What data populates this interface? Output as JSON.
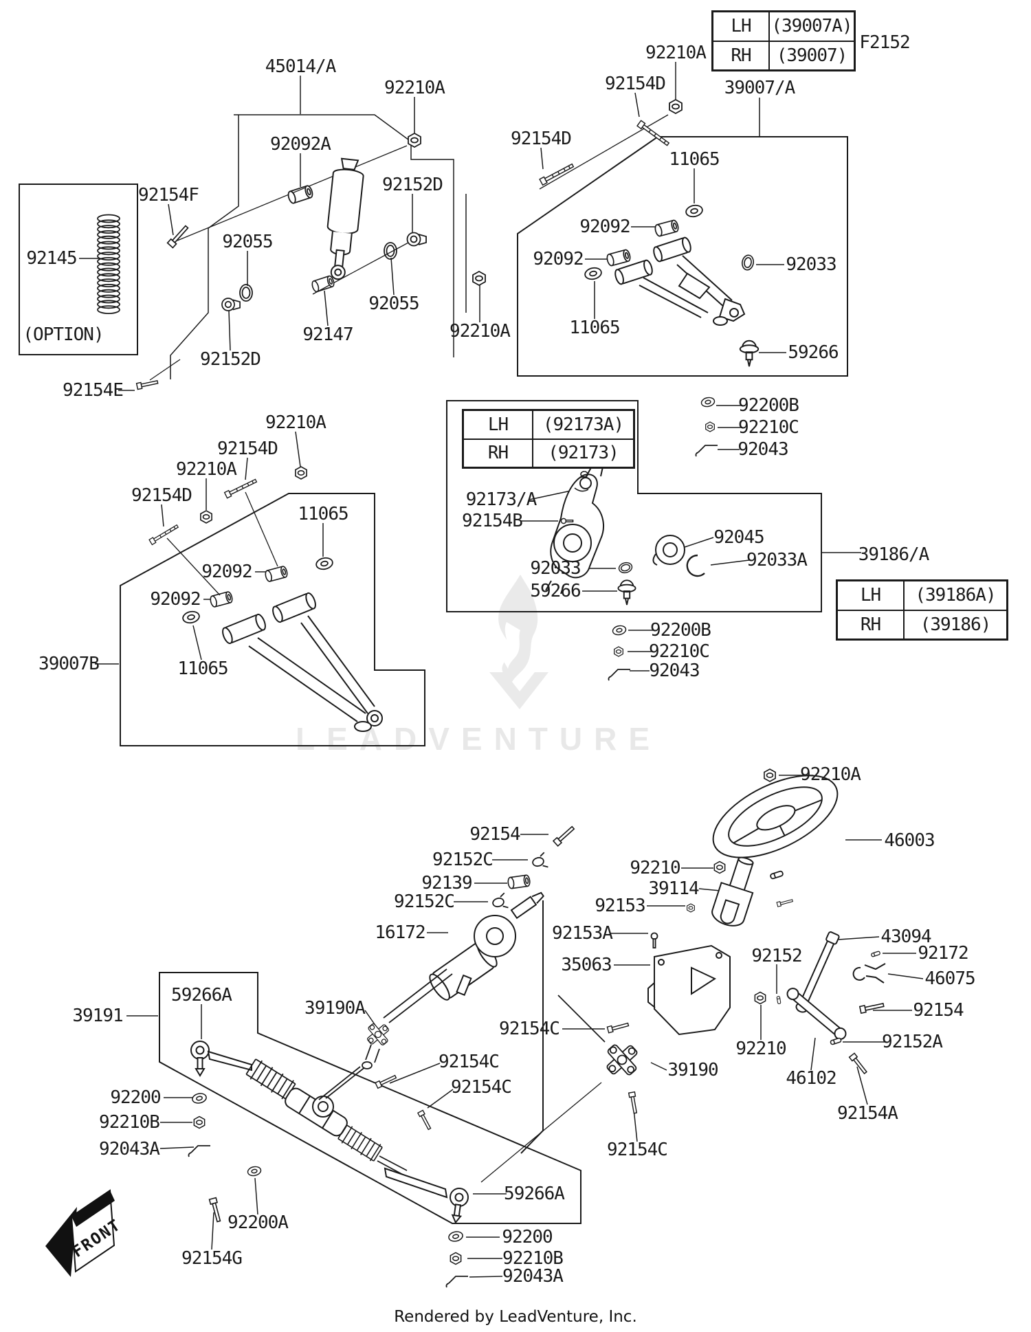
{
  "figure": {
    "code": "F2152",
    "footer": "Rendered by LeadVenture, Inc.",
    "watermark": "LEADVENTURE",
    "front": "FRONT"
  },
  "tables": [
    {
      "name": "39007-variants",
      "rows": [
        [
          "LH",
          "(39007A)"
        ],
        [
          "RH",
          "(39007)"
        ]
      ]
    },
    {
      "name": "92173-variants",
      "rows": [
        [
          "LH",
          "(92173A)"
        ],
        [
          "RH",
          "(92173)"
        ]
      ]
    },
    {
      "name": "39186-variants",
      "rows": [
        [
          "LH",
          "(39186A)"
        ],
        [
          "RH",
          "(39186)"
        ]
      ]
    }
  ],
  "labels": [
    "45014/A",
    "92210A",
    "92092A",
    "92154F",
    "92152D",
    "92145",
    "(OPTION)",
    "92055",
    "92055",
    "92147",
    "92152D",
    "92154E",
    "92210A",
    "F2152",
    "92210A",
    "92154D",
    "39007/A",
    "92154D",
    "11065",
    "92092",
    "92092",
    "92033",
    "11065",
    "59266",
    "92200B",
    "92210C",
    "92043",
    "92210A",
    "92154D",
    "92210A",
    "92154D",
    "11065",
    "92092",
    "92092",
    "11065",
    "39007B",
    "92173/A",
    "92154B",
    "92045",
    "92033A",
    "92033",
    "59266",
    "39186/A",
    "92200B",
    "92210C",
    "92043",
    "92210A",
    "46003",
    "92154",
    "92152C",
    "92139",
    "92152C",
    "16172",
    "92210",
    "39114",
    "92153",
    "92153A",
    "35063",
    "92152",
    "43094",
    "92172",
    "46075",
    "92154",
    "92152A",
    "92210",
    "46102",
    "92154A",
    "39190",
    "92154C",
    "92154C",
    "92154C",
    "92154C",
    "39190A",
    "39191",
    "59266A",
    "92200",
    "92210B",
    "92043A",
    "59266A",
    "92200",
    "92210B",
    "92043A",
    "92200A",
    "92154G"
  ]
}
